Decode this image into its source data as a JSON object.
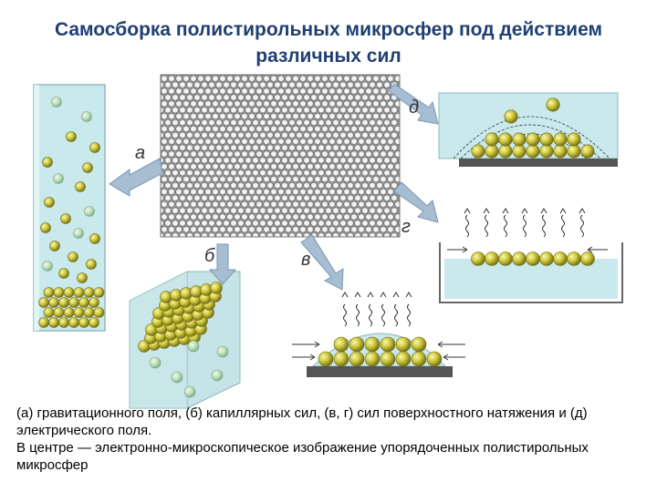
{
  "title": {
    "line1": "Самосборка полистирольных микросфер под действием",
    "line2": "различных сил"
  },
  "labels": {
    "a": "а",
    "b": "б",
    "v": "в",
    "g": "г",
    "d": "д"
  },
  "caption": {
    "line1": "(а) гравитационного поля, (б) капиллярных сил, (в, г) сил поверхностного натяжения и (д) электрического поля.",
    "line2": " В центре — электронно-микроскопическое изображение упорядоченных полистирольных микросфер"
  },
  "colors": {
    "title": "#1f3f73",
    "liquid": "#c9e9ec",
    "liquid_border": "#8fb7bd",
    "sphere": "#c9c43a",
    "sphere_light": "#b9dcc5",
    "arrow": "#a6bdd2",
    "substrate": "#555555"
  }
}
